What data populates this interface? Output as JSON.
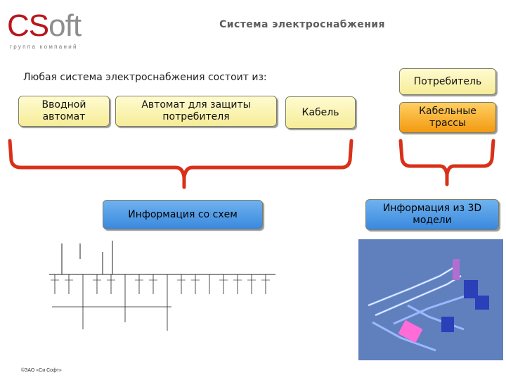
{
  "logo": {
    "text_c": "CS",
    "text_rest": "oft",
    "subtitle": "группа компаний"
  },
  "title": "Система электроснабжения",
  "intro": "Любая система электроснабжения состоит из:",
  "components": {
    "input_breaker": "Вводной автомат",
    "protection_breaker": "Автомат для защиты потребителя",
    "cable": "Кабель",
    "consumer": "Потребитель",
    "cable_routes": "Кабельные трассы"
  },
  "sources": {
    "schemes": "Информация со схем",
    "model_3d": "Информация из 3D модели"
  },
  "footer": "©ЗАО «Си Софт»",
  "colors": {
    "yellow_box": "#f6ec98",
    "orange_box": "#f29a10",
    "blue_box": "#3a89de",
    "bracket": "#d9301a",
    "logo_red": "#b8161b",
    "model_bg": "#5f7fbd"
  }
}
